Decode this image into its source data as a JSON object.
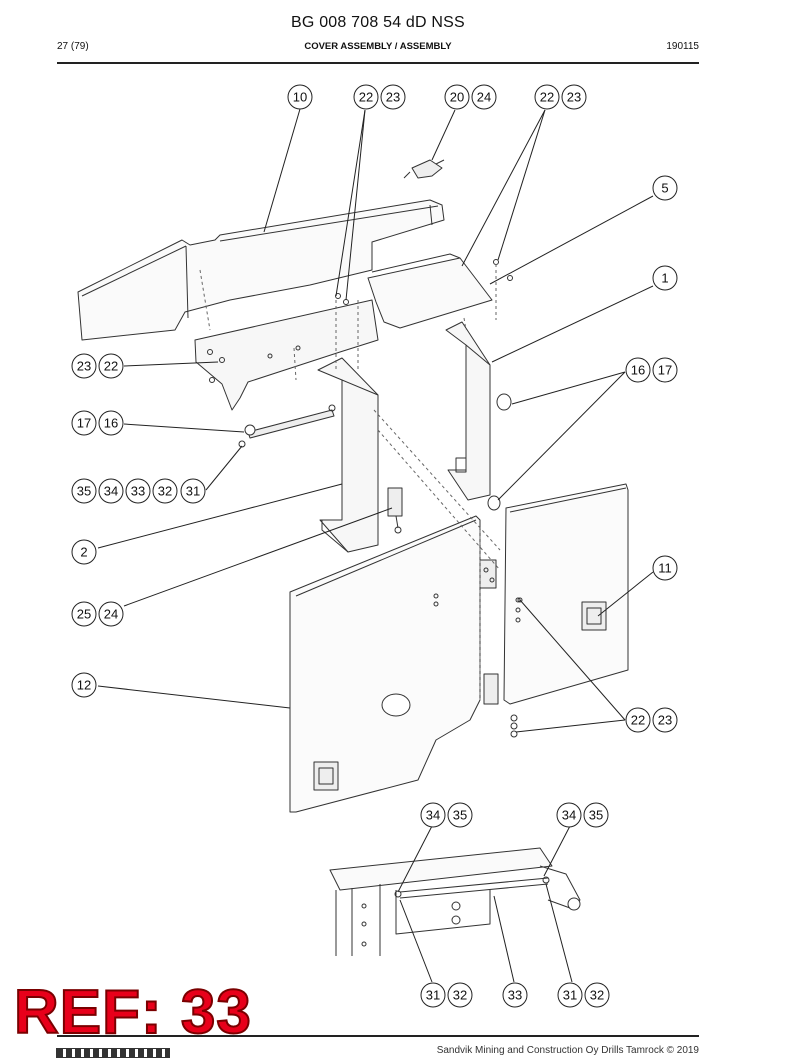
{
  "header": {
    "doc_number": "BG 008 708 54 dD NSS",
    "page": "27 (79)",
    "section_title": "COVER ASSEMBLY / ASSEMBLY",
    "date_code": "190115"
  },
  "footer": {
    "copyright": "Sandvik Mining and Construction Oy Drills Tamrock © 2019"
  },
  "stamp": {
    "ref_text": "REF: 33",
    "color": "#e8001a"
  },
  "callouts": {
    "c10": "10",
    "c22a": "22",
    "c23a": "23",
    "c20": "20",
    "c24a": "24",
    "c22b": "22",
    "c23b": "23",
    "c5": "5",
    "c1": "1",
    "c23c": "23",
    "c22c": "22",
    "c16a": "16",
    "c17a": "17",
    "c17b": "17",
    "c16b": "16",
    "c35a": "35",
    "c34a": "34",
    "c33a": "33",
    "c32a": "32",
    "c31a": "31",
    "c2": "2",
    "c11": "11",
    "c25": "25",
    "c24b": "24",
    "c12": "12",
    "c22d": "22",
    "c23d": "23",
    "c34b": "34",
    "c35b": "35",
    "c34c": "34",
    "c35c": "35",
    "c31b": "31",
    "c32b": "32",
    "c33b": "33",
    "c31c": "31",
    "c32c": "32"
  }
}
